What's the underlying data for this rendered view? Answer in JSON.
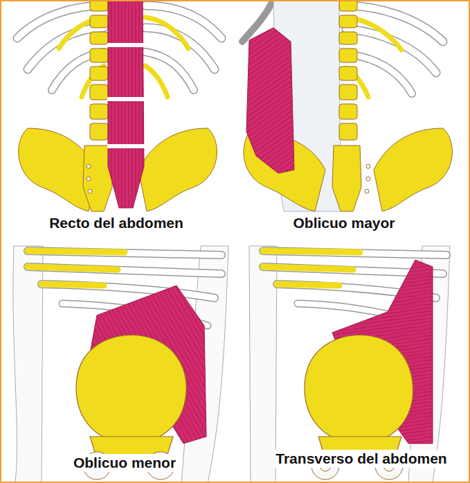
{
  "diagram": {
    "labels": [
      "Recto del abdomen",
      "Oblicuo mayor",
      "Oblicuo menor",
      "Transverso del abdomen"
    ]
  }
}
